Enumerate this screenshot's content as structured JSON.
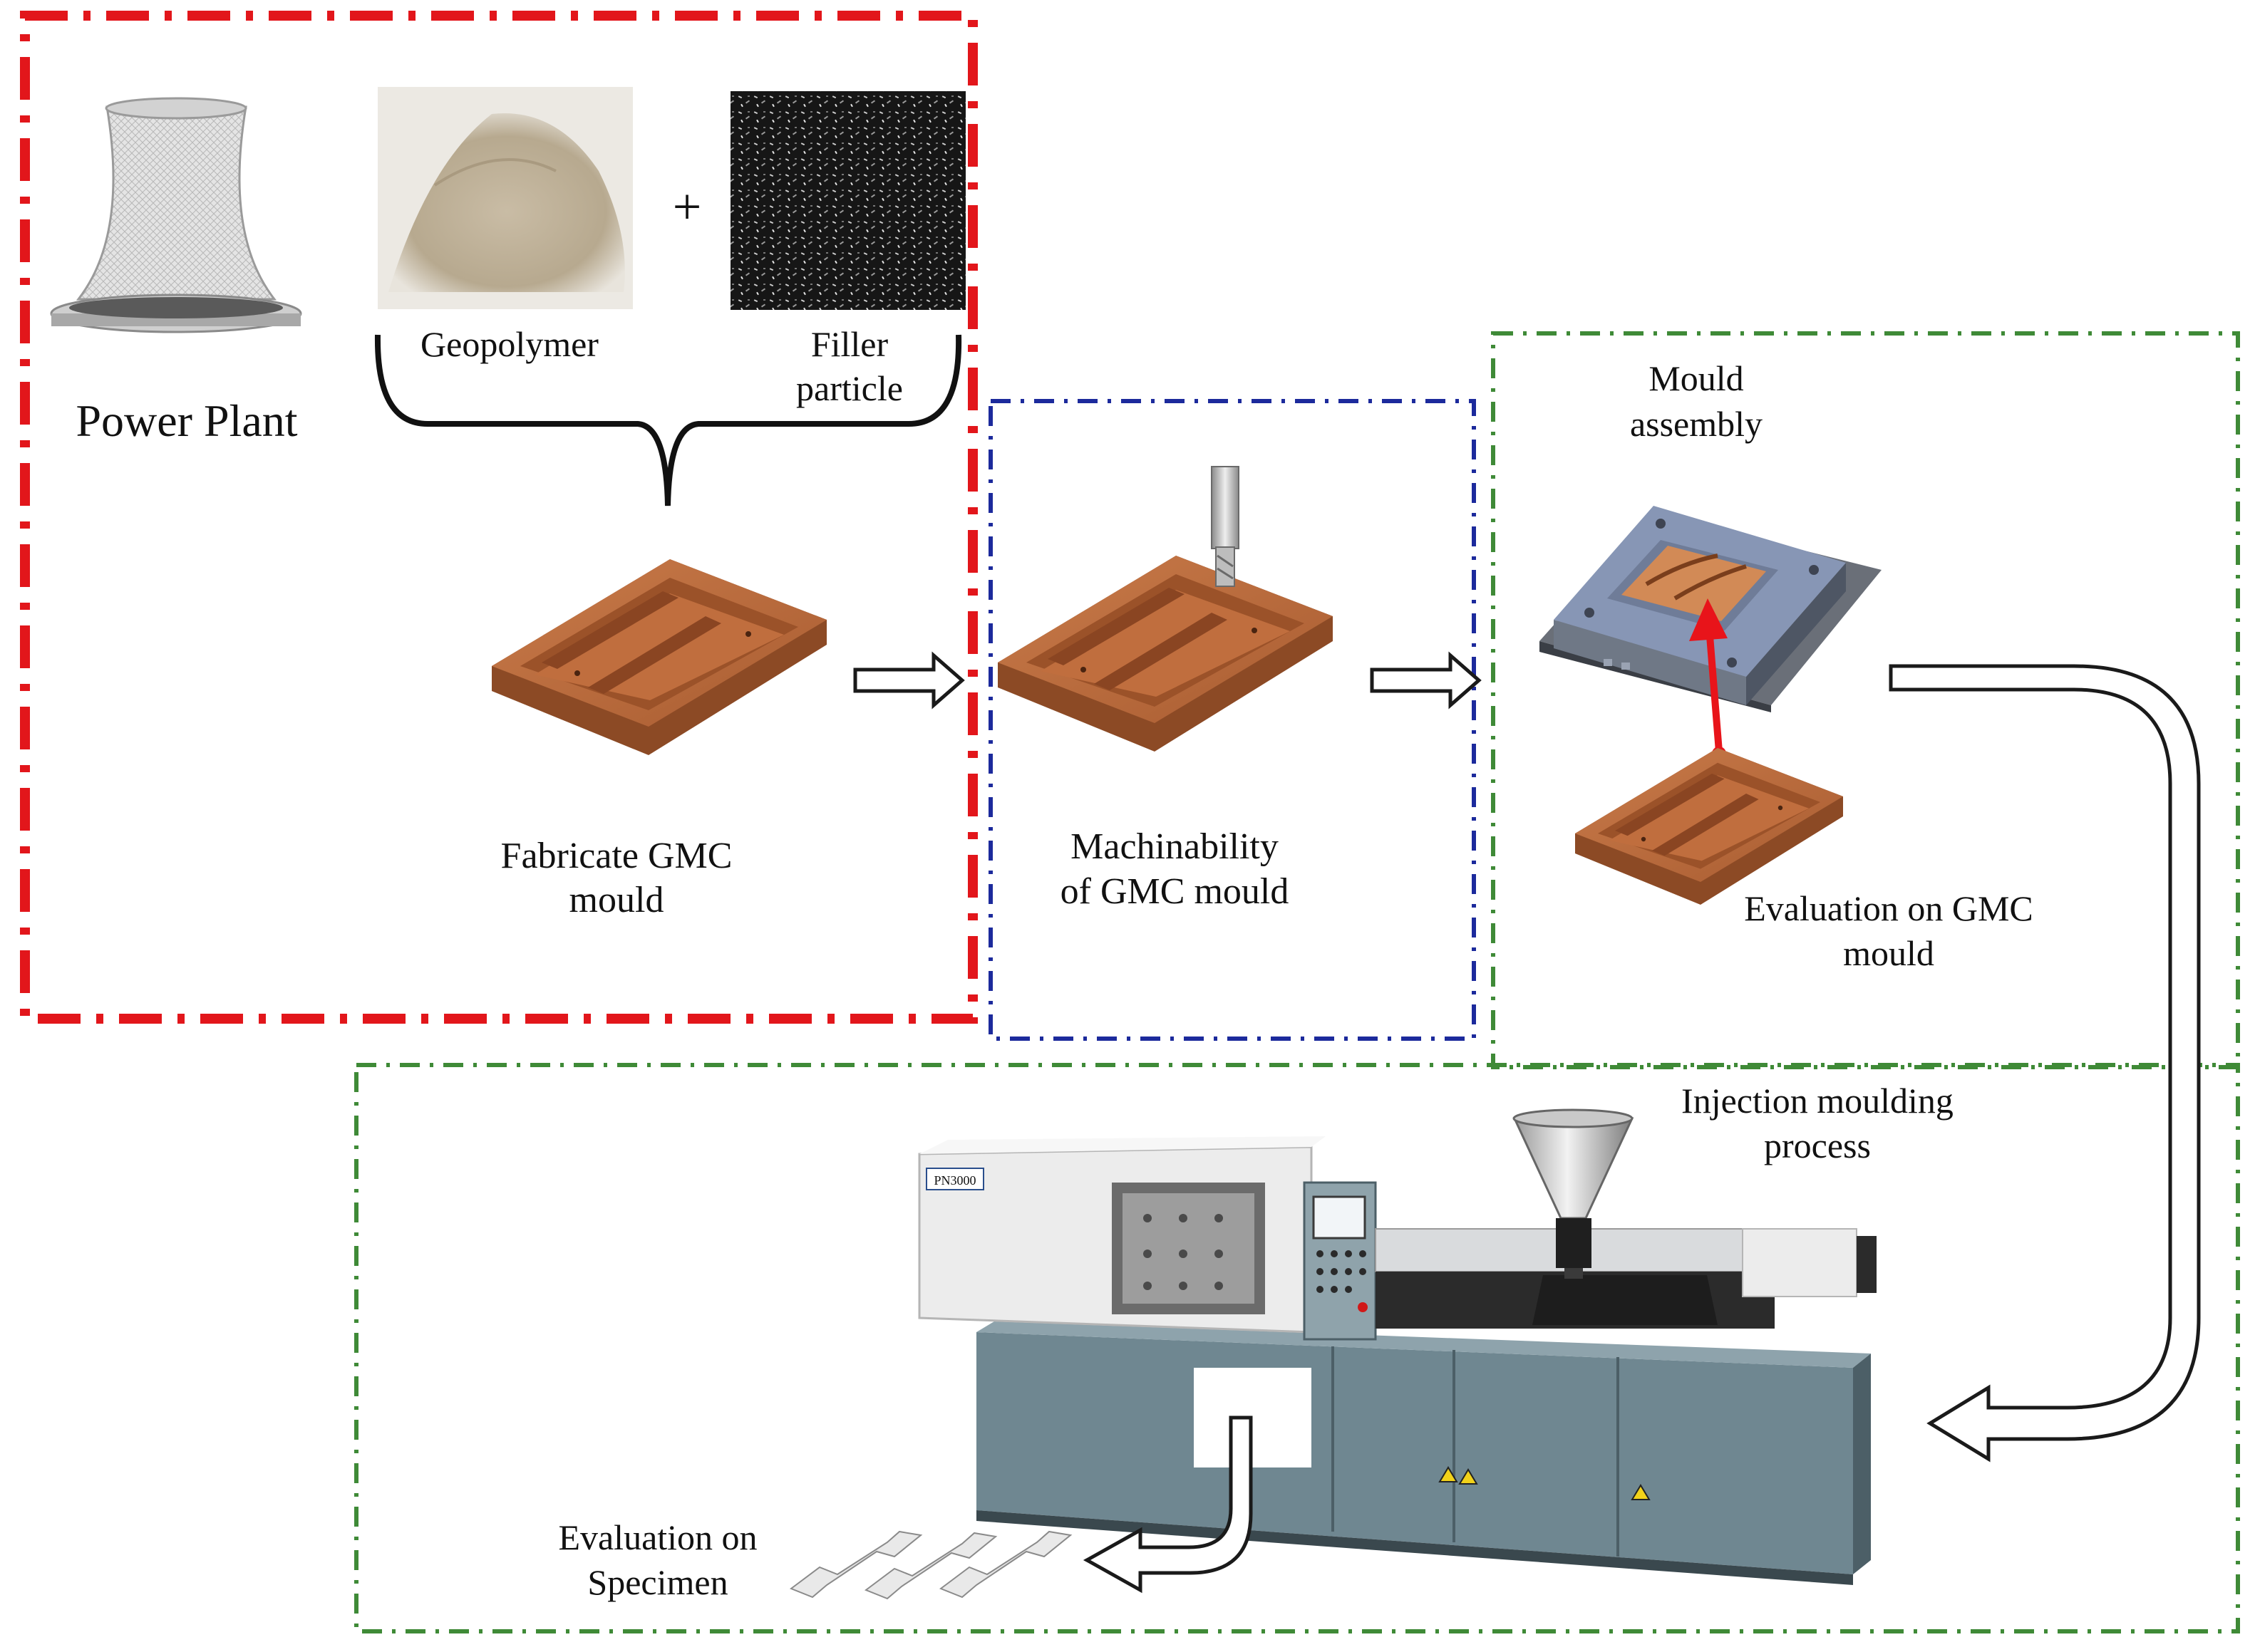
{
  "labels": {
    "power_plant": "Power Plant",
    "geopolymer": "Geopolymer",
    "plus": "+",
    "filler_line1": "Filler",
    "filler_line2": "particle",
    "fabricate_line1": "Fabricate GMC",
    "fabricate_line2": "mould",
    "machinability_line1": "Machinability",
    "machinability_line2": "of GMC mould",
    "mould_assembly_line1": "Mould",
    "mould_assembly_line2": "assembly",
    "eval_mould_line1": "Evaluation on GMC",
    "eval_mould_line2": "mould",
    "injection_line1": "Injection moulding",
    "injection_line2": "process",
    "eval_specimen_line1": "Evaluation on",
    "eval_specimen_line2": "Specimen",
    "machine_badge": "PN3000"
  },
  "colors": {
    "stage1_border": "#e2161b",
    "stage2_border": "#1c2a9c",
    "stage3_border": "#3f8a37",
    "mould_copper": "#b8683a",
    "mould_copper_dark": "#8c4a25",
    "machine_base": "#6f8791",
    "machine_body": "#ececec",
    "assembly_plate": "#8796b5",
    "red_arrow": "#e8141a"
  },
  "icons": {
    "power_plant": "cooling-tower-icon",
    "geopolymer": "powder-pile-photo",
    "filler": "filler-particles-photo",
    "mould": "gmc-mould-icon",
    "cutter": "end-mill-cutter-icon",
    "assembly": "mould-assembly-icon",
    "machine": "injection-moulding-machine-icon",
    "specimen": "dogbone-specimen-icon"
  }
}
